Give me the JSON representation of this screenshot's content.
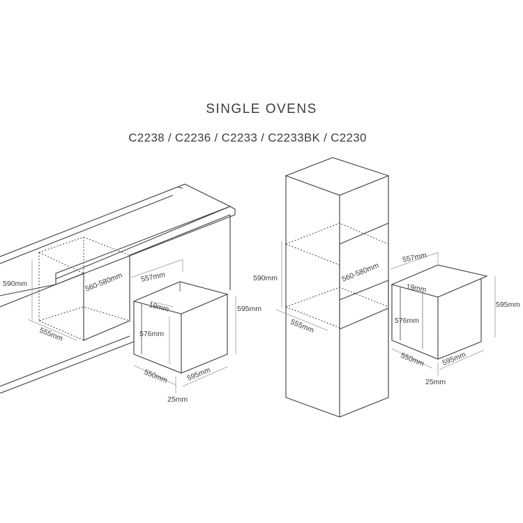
{
  "title": "SINGLE OVENS",
  "subtitle": "C2238 / C2236 / C2233 / C2233BK / C2230",
  "left_figure": {
    "cavity_height": "590mm",
    "cavity_width": "560-580mm",
    "cavity_depth": "555mm",
    "oven_top_depth": "557mm",
    "oven_panel": "19mm",
    "oven_height": "576mm",
    "oven_total_height": "595mm",
    "oven_depth": "550mm",
    "oven_width": "595mm",
    "offset": "25mm"
  },
  "right_figure": {
    "cavity_height": "590mm",
    "cavity_width": "560-580mm",
    "cavity_depth": "555mm",
    "oven_top_depth": "557mm",
    "oven_panel": "19mm",
    "oven_height": "576mm",
    "oven_total_height": "595mm",
    "oven_depth": "550mm",
    "oven_width": "595mm",
    "offset": "25mm"
  }
}
